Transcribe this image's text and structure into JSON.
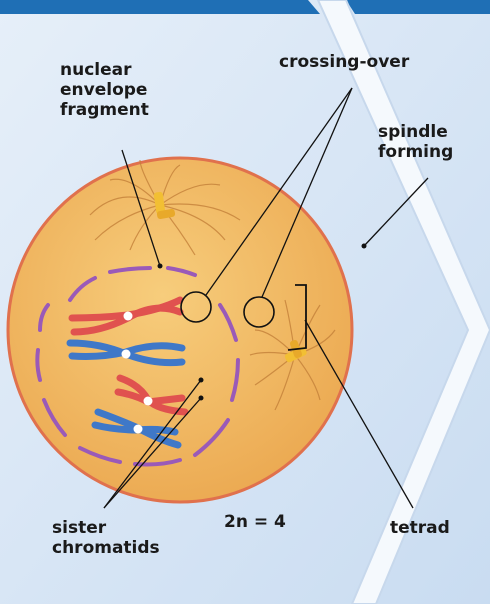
{
  "diagram": {
    "labels": {
      "nuclear_envelope_fragment": "nuclear\nenvelope\nfragment",
      "crossing_over": "crossing-over",
      "spindle_forming": "spindle\nforming",
      "sister_chromatids": "sister\nchromatids",
      "chromosome_number": "2n = 4",
      "tetrad": "tetrad"
    },
    "colors": {
      "background_panel": "#dbe8f6",
      "header_bar": "#1f6fb5",
      "arrow_chevron": "#eef4fb",
      "cell_fill": "#f0b65e",
      "cell_outline": "#e0714d",
      "nuclear_envelope": "#9a5ab8",
      "chromosome_red": "#e0524f",
      "chromosome_blue": "#3f78c8",
      "centrosome": "#f2bf33",
      "spindle_fiber": "#c4813a",
      "leader_line": "#111111"
    }
  }
}
